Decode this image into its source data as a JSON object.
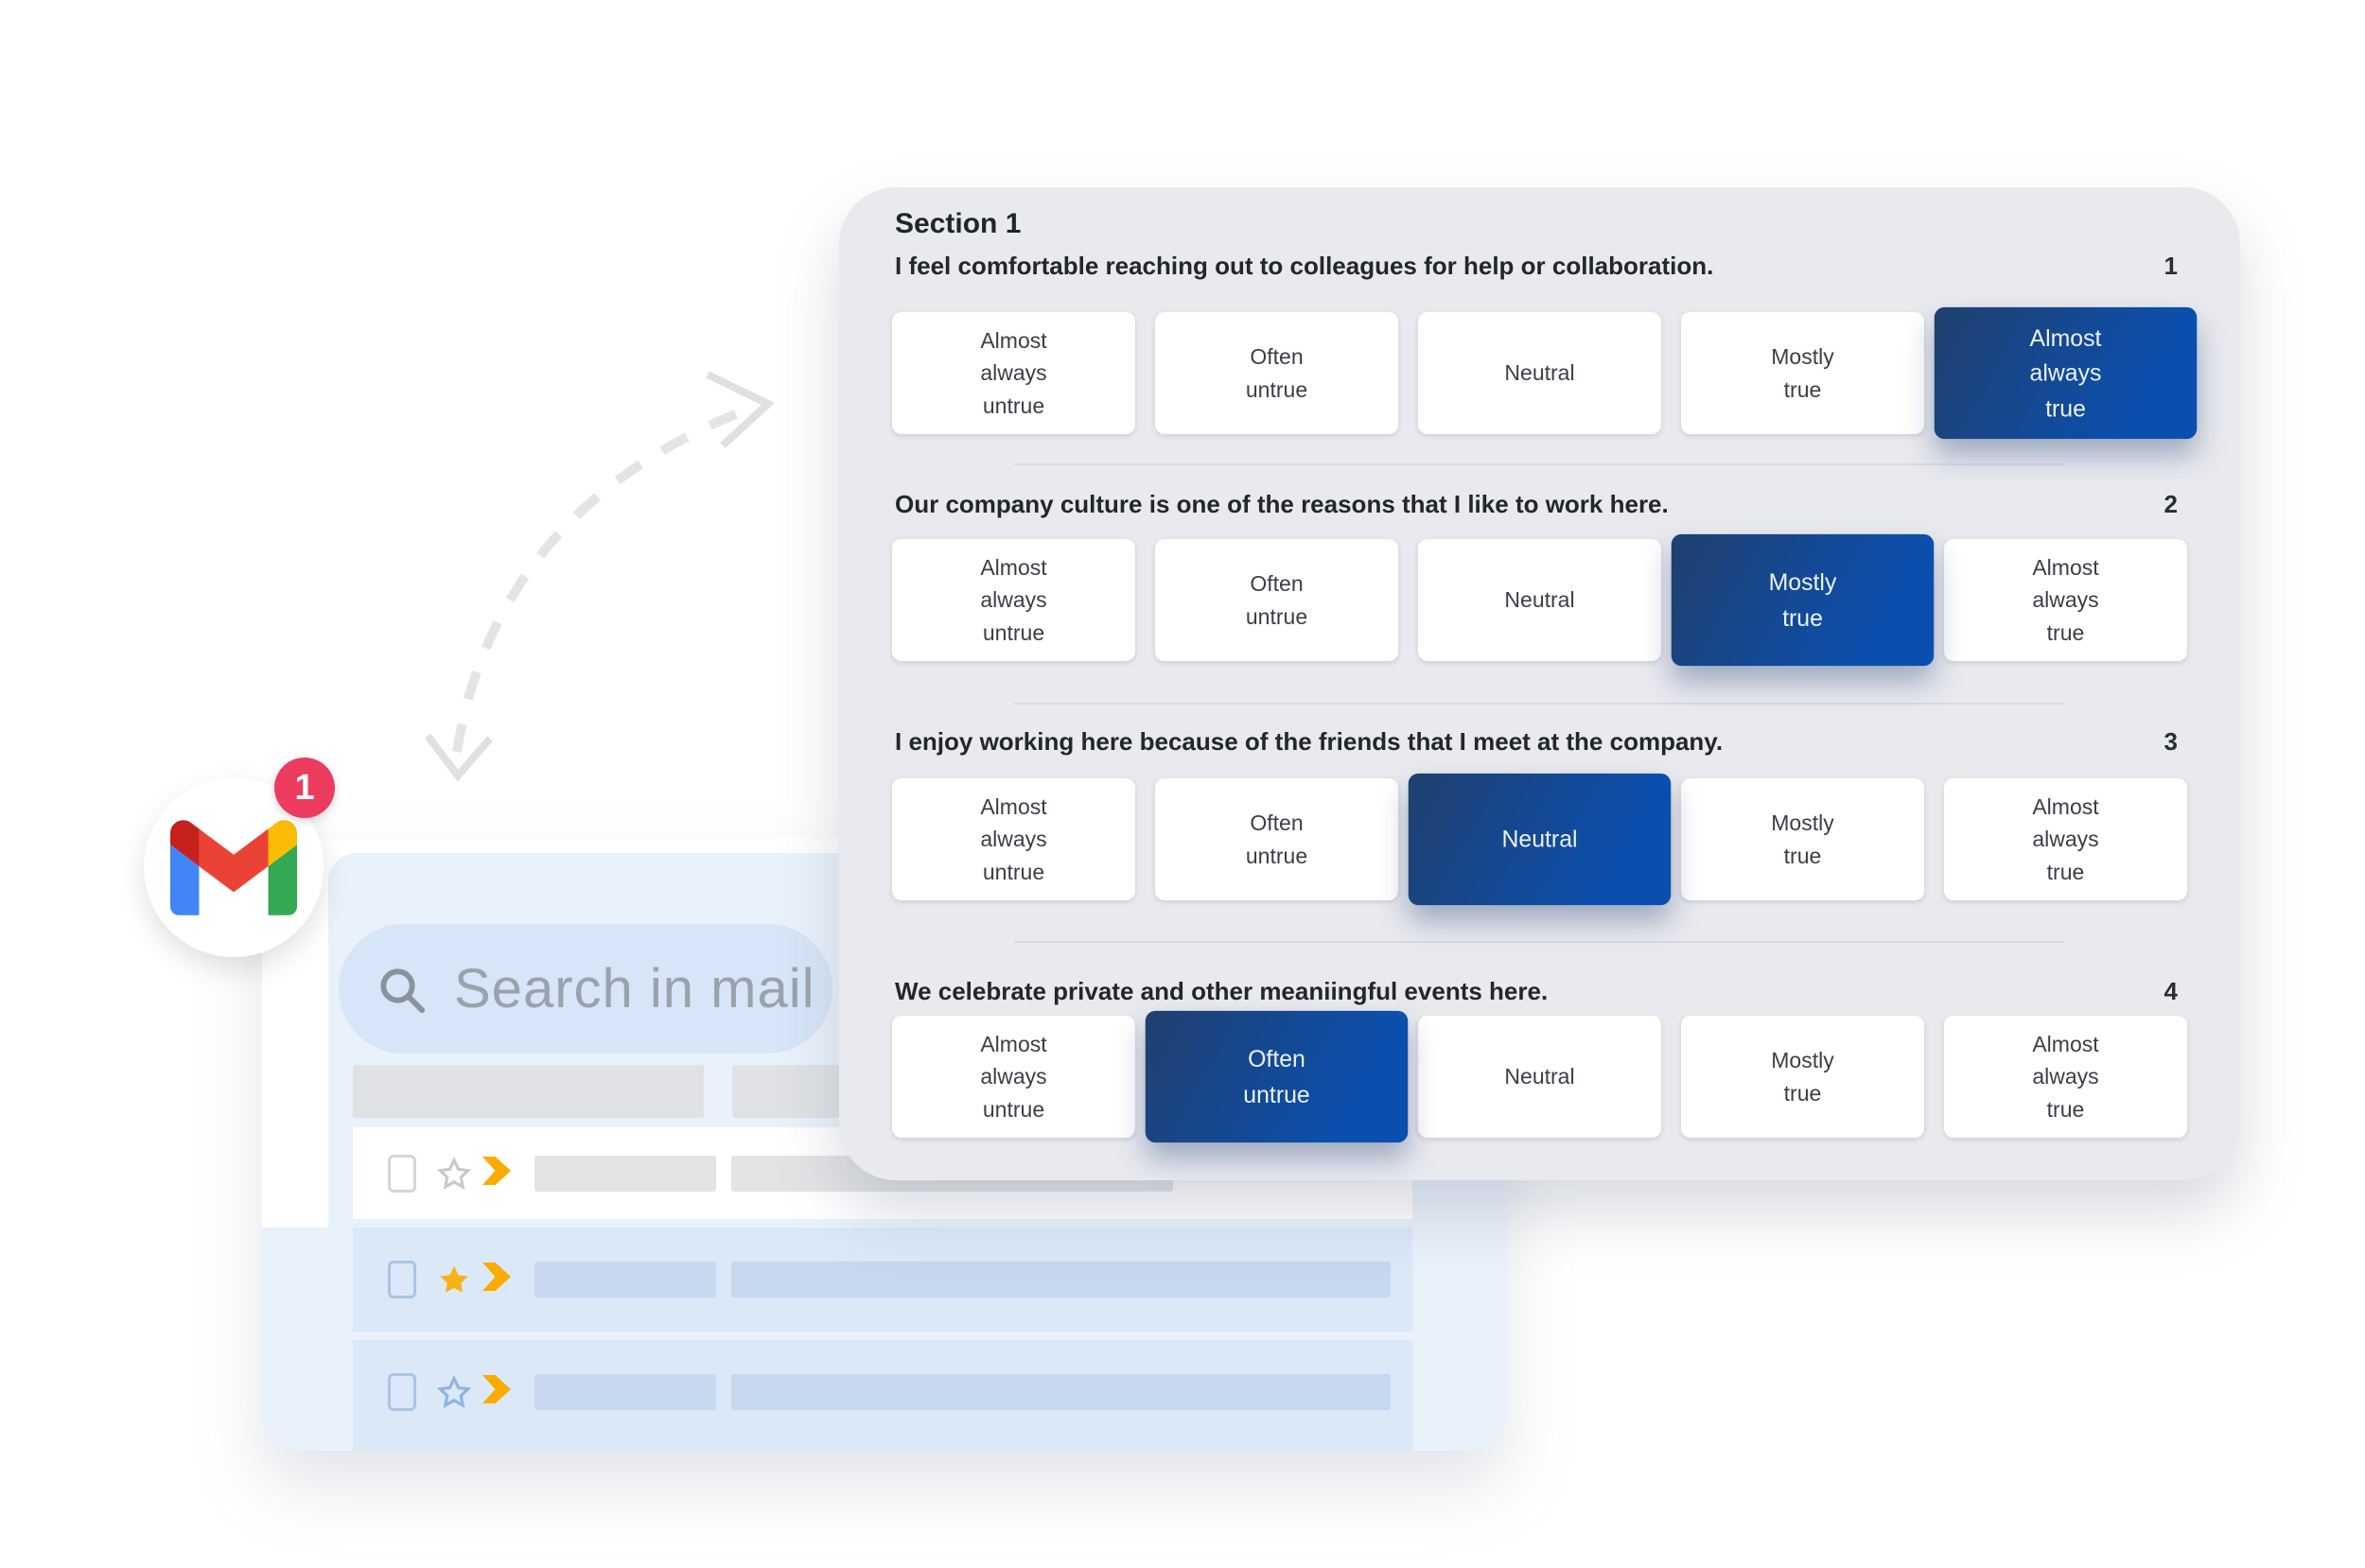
{
  "gmail_widget": {
    "notification_count": "1",
    "search_placeholder": "Search in mail",
    "rows": [
      {
        "star": "outline",
        "style": "read"
      },
      {
        "star": "filled",
        "style": "unread"
      },
      {
        "star": "outline",
        "style": "unread"
      }
    ]
  },
  "survey": {
    "section_title": "Section 1",
    "options": [
      "Almost\nalways\nuntrue",
      "Often\nuntrue",
      "Neutral",
      "Mostly\ntrue",
      "Almost\nalways\ntrue"
    ],
    "questions": [
      {
        "number": "1",
        "text": "I feel comfortable reaching out to colleagues for help or collaboration.",
        "selected_option": 4
      },
      {
        "number": "2",
        "text": "Our company culture is one of the reasons that I like to work here.",
        "selected_option": 3
      },
      {
        "number": "3",
        "text": "I enjoy working here because of the friends that I meet at the company.",
        "selected_option": 2
      },
      {
        "number": "4",
        "text": "We celebrate private and other meaniingful events here.",
        "selected_option": 1
      }
    ]
  },
  "colors": {
    "selected_gradient_start": "#20406e",
    "selected_gradient_end": "#0b4fae",
    "badge": "#ec3b5e",
    "survey_panel_bg": "#e9eaee",
    "gmail_blue_panel": "#e9f1fb",
    "search_pill": "#d6e5f7",
    "importance_marker": "#f9ab00",
    "star_filled": "#f7b316",
    "arrow_dash": "#e4e4e4"
  }
}
